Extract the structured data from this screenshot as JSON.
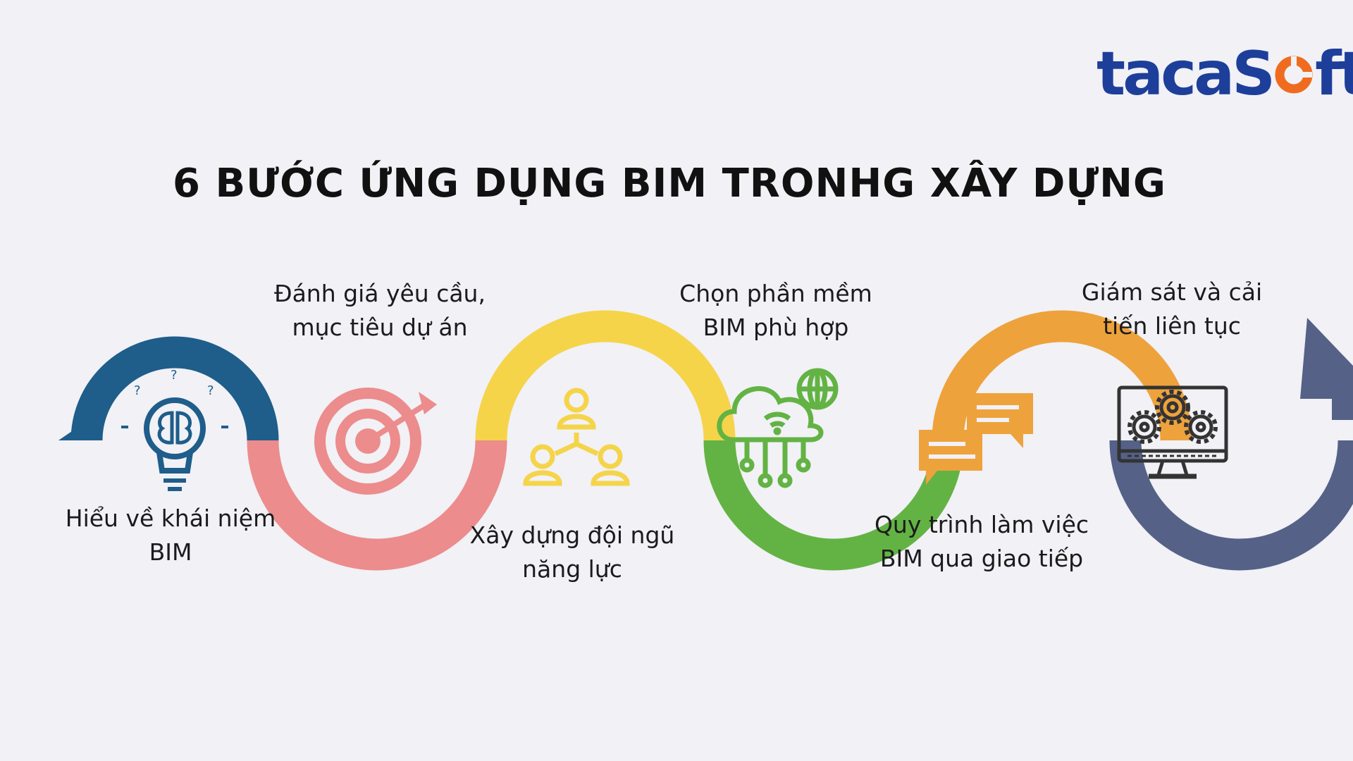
{
  "logo": {
    "part1": "tacaS",
    "part2": "ft",
    "colors": {
      "primary": "#1d3f9a",
      "accent": "#ef6c1f"
    }
  },
  "title": "6 BƯỚC ỨNG DỤNG BIM TRONHG XÂY DỰNG",
  "steps": [
    {
      "line1": "Hiểu về khái niệm",
      "line2": "BIM",
      "color": "#1f5d8a",
      "icon": "lightbulb-brain-icon"
    },
    {
      "line1": "Đánh giá yêu cầu,",
      "line2": "mục tiêu dự án",
      "color": "#ec8c8c",
      "icon": "target-icon"
    },
    {
      "line1": "Xây dựng đội ngũ",
      "line2": "năng lực",
      "color": "#f5d44a",
      "icon": "team-icon"
    },
    {
      "line1": "Chọn phần mềm",
      "line2": "BIM phù hợp",
      "color": "#63b344",
      "icon": "cloud-network-icon"
    },
    {
      "line1": "Quy trình làm việc",
      "line2": "BIM qua giao tiếp",
      "color": "#eea23c",
      "icon": "chat-bubbles-icon"
    },
    {
      "line1": "Giám sát và cải",
      "line2": "tiến liên tục",
      "color": "#556187",
      "icon": "monitor-gears-icon"
    }
  ]
}
